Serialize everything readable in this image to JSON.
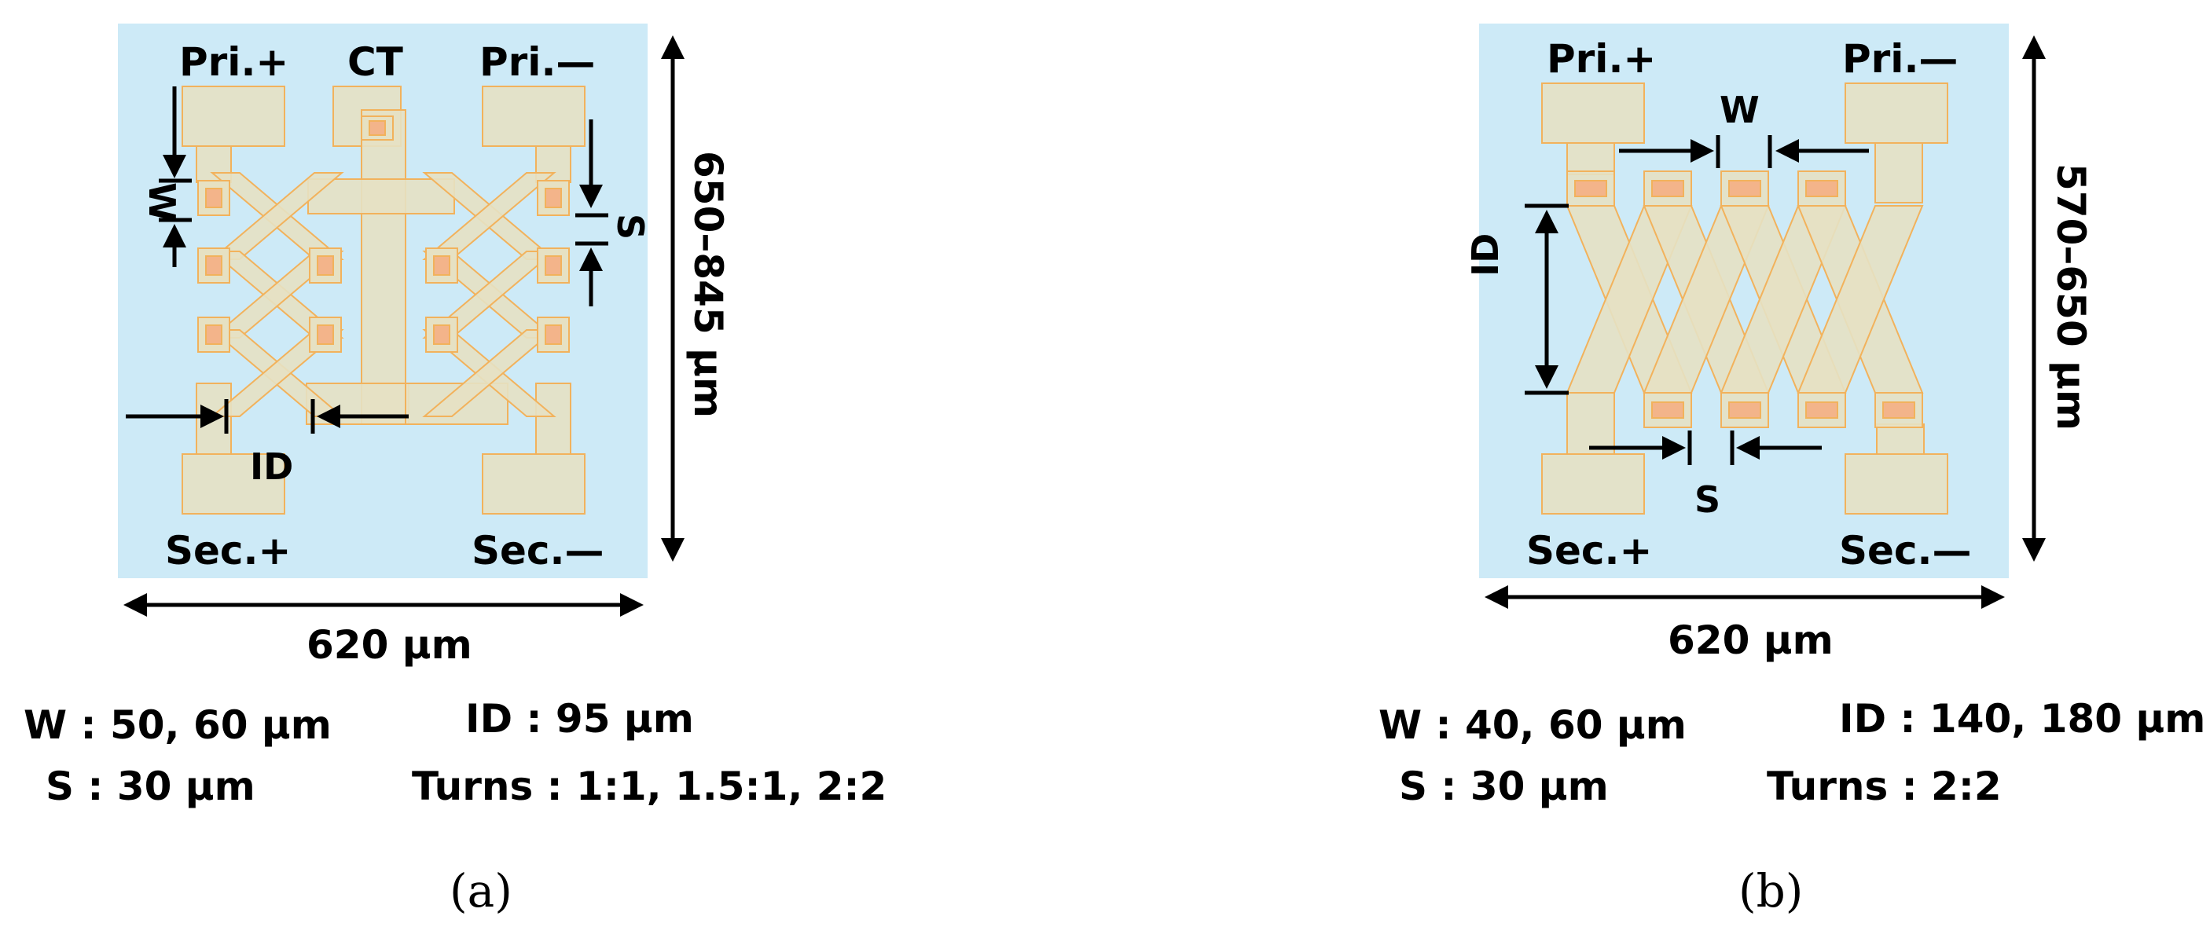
{
  "panel_a": {
    "pri_plus": "Pri.+",
    "ct": "CT",
    "pri_minus": "Pri.—",
    "sec_plus": "Sec.+",
    "sec_minus": "Sec.—",
    "w_label": "W",
    "s_label": "S",
    "id_label": "ID",
    "height_dim": "650–845 µm",
    "width_dim": "620 µm",
    "spec_w": "W : 50, 60 µm",
    "spec_id": "ID : 95 µm",
    "spec_s": "S : 30 µm",
    "spec_turns": "Turns : 1:1, 1.5:1, 2:2",
    "caption": "(a)"
  },
  "panel_b": {
    "pri_plus": "Pri.+",
    "pri_minus": "Pri.—",
    "sec_plus": "Sec.+",
    "sec_minus": "Sec.—",
    "w_label": "W",
    "s_label": "S",
    "id_label": "ID",
    "height_dim": "570–650 µm",
    "width_dim": "620 µm",
    "spec_w": "W : 40, 60 µm",
    "spec_id": "ID : 140, 180 µm",
    "spec_s": "S : 30 µm",
    "spec_turns": "Turns : 2:2",
    "caption": "(b)"
  },
  "colors": {
    "background": "#cdeaf7",
    "metal_fill": "#e6e1c3",
    "metal_stroke": "#f2b25c",
    "via_fill": "#f3b48a",
    "arrow": "#000000"
  }
}
